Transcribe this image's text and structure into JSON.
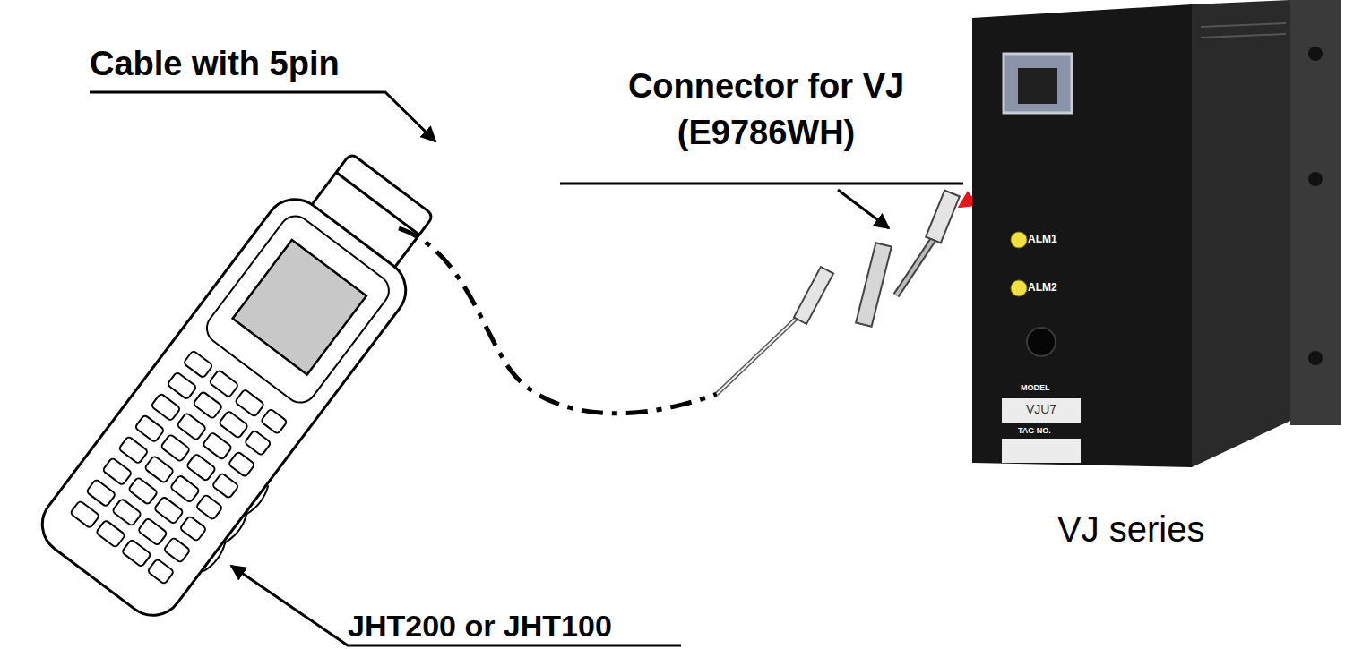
{
  "diagram": {
    "nodes": [
      {
        "text": [
          "ALM1",
          "ALM2",
          "MODEL",
          "VJU7",
          "TAG NO.",
          "VJ series"
        ]
      }
    ],
    "labels": [
      "Cable with 5pin",
      "Connector for VJ (E9786WH)",
      "JHT200 or JHT100"
    ]
  }
}
